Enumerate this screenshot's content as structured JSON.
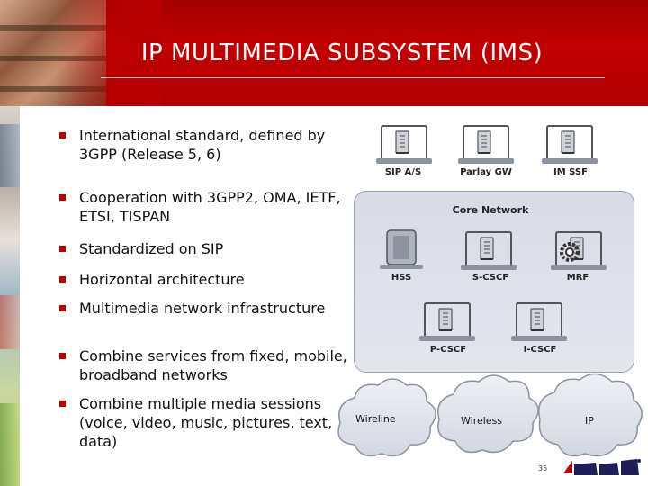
{
  "slide": {
    "title": "IP MULTIMEDIA SUBSYSTEM (IMS)",
    "page_number": "35"
  },
  "bullets": [
    "International standard, defined by 3GPP (Release 5, 6)",
    "Cooperation with 3GPP2, OMA, IETF, ETSI, TISPAN",
    "Standardized on SIP",
    "Horizontal architecture",
    "Multimedia network infrastructure",
    "Combine services from fixed, mobile, broadband networks",
    "Combine multiple media sessions (voice, video, music, pictures, text, data)"
  ],
  "diagram": {
    "top_nodes": [
      "SIP A/S",
      "Parlay GW",
      "IM SSF"
    ],
    "core_label": "Core Network",
    "core_nodes": [
      "HSS",
      "S-CSCF",
      "MRF",
      "P-CSCF",
      "I-CSCF"
    ],
    "access_networks": [
      "Wireline",
      "Wireless",
      "IP"
    ]
  },
  "colors": {
    "header": "#b80000",
    "bullet": "#c00000",
    "core_fill": "#dde0ea"
  }
}
